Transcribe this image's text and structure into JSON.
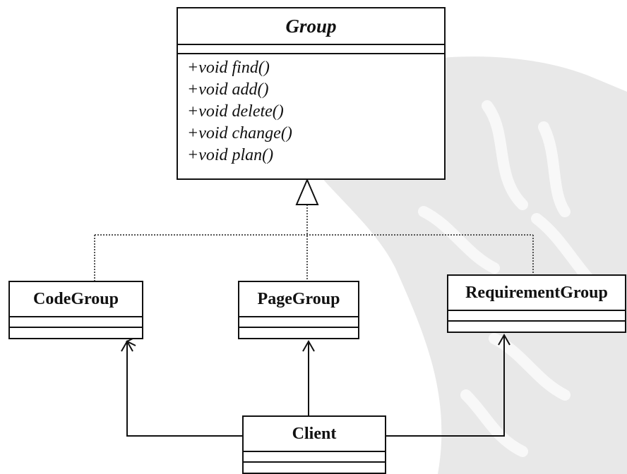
{
  "diagram": {
    "type": "uml-class-diagram",
    "classes": {
      "group": {
        "name": "Group",
        "abstract": true,
        "operations": [
          "+void find()",
          "+void add()",
          "+void delete()",
          "+void change()",
          "+void plan()"
        ]
      },
      "codegroup": {
        "name": "CodeGroup"
      },
      "pagegroup": {
        "name": "PageGroup"
      },
      "requirementgroup": {
        "name": "RequirementGroup"
      },
      "client": {
        "name": "Client"
      }
    },
    "relationships": [
      {
        "type": "generalization",
        "from": "CodeGroup",
        "to": "Group",
        "line": "dotted"
      },
      {
        "type": "generalization",
        "from": "PageGroup",
        "to": "Group",
        "line": "dotted"
      },
      {
        "type": "generalization",
        "from": "RequirementGroup",
        "to": "Group",
        "line": "dotted"
      },
      {
        "type": "association",
        "from": "Client",
        "to": "CodeGroup",
        "arrow": "open"
      },
      {
        "type": "association",
        "from": "Client",
        "to": "PageGroup",
        "arrow": "open"
      },
      {
        "type": "association",
        "from": "Client",
        "to": "RequirementGroup",
        "arrow": "open"
      }
    ],
    "colors": {
      "line": "#111111",
      "background": "#ffffff",
      "watermark": "#e6e6e6"
    }
  }
}
